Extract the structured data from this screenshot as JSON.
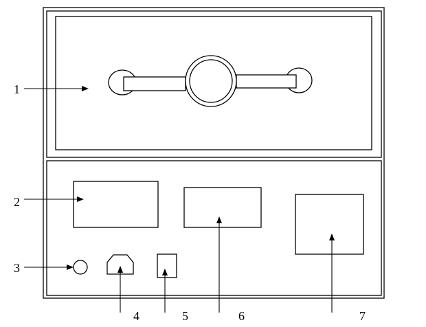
{
  "callouts": [
    {
      "id": "1",
      "label": "1"
    },
    {
      "id": "2",
      "label": "2"
    },
    {
      "id": "3",
      "label": "3"
    },
    {
      "id": "4",
      "label": "4"
    },
    {
      "id": "5",
      "label": "5"
    },
    {
      "id": "6",
      "label": "6"
    },
    {
      "id": "7",
      "label": "7"
    }
  ],
  "colors": {
    "stroke": "#000000",
    "background": "#ffffff"
  }
}
